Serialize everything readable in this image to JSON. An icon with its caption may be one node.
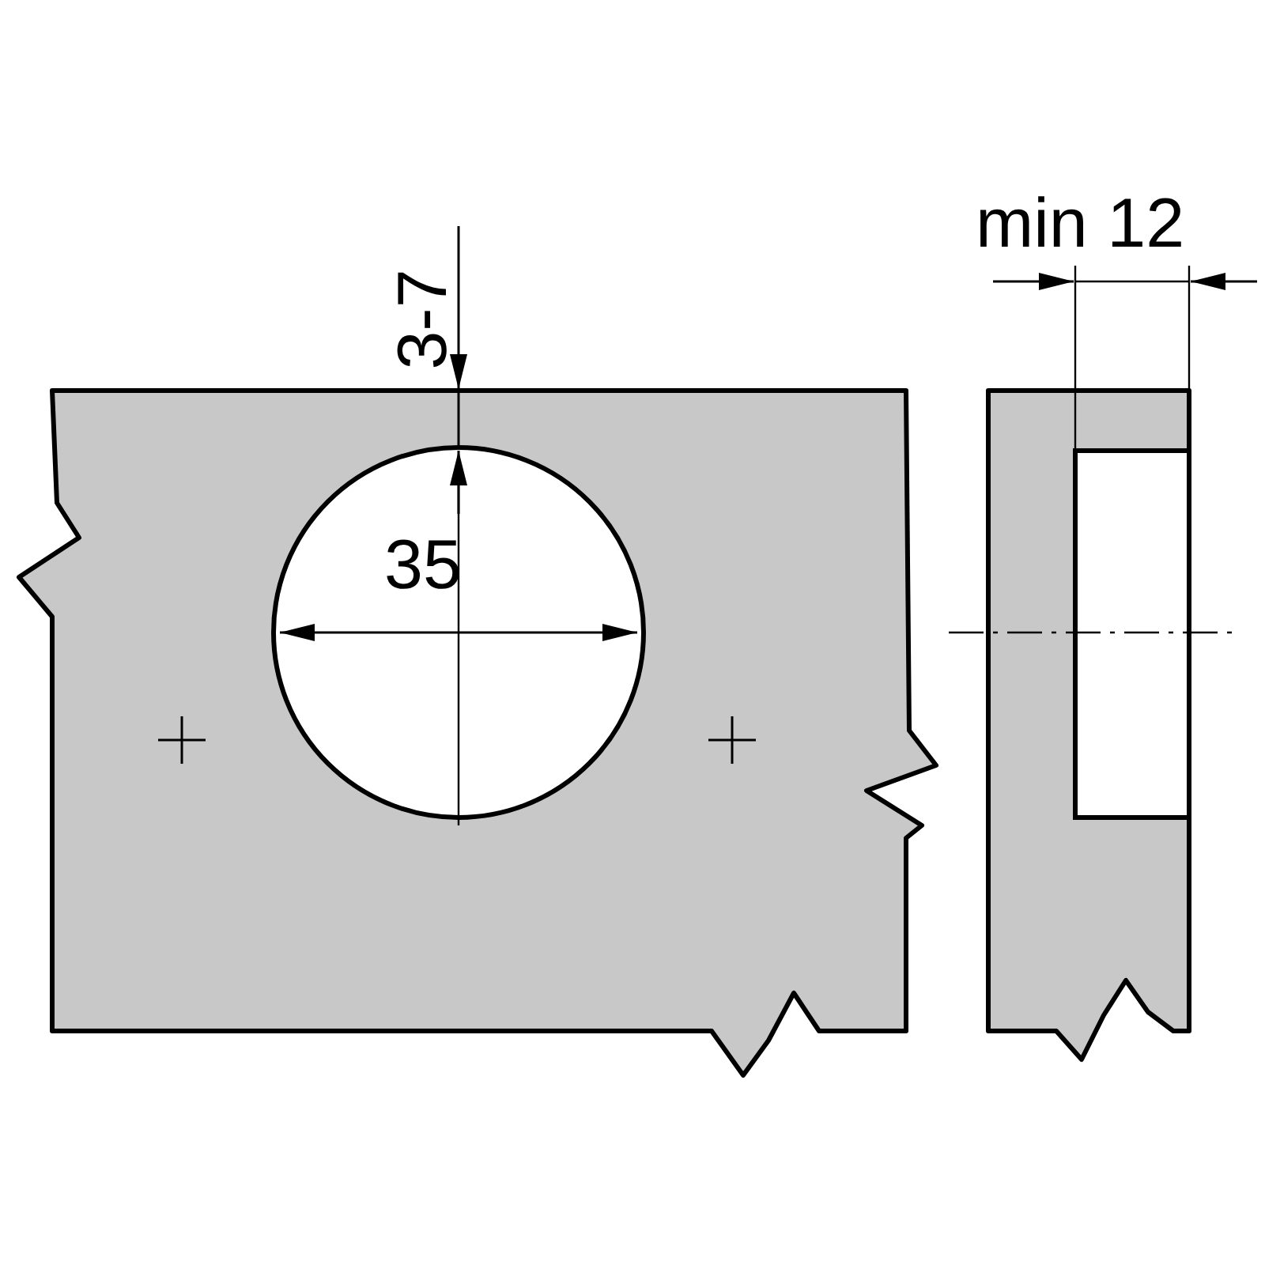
{
  "diagram": {
    "labels": [
      "min 12",
      "3-7",
      "35"
    ]
  }
}
